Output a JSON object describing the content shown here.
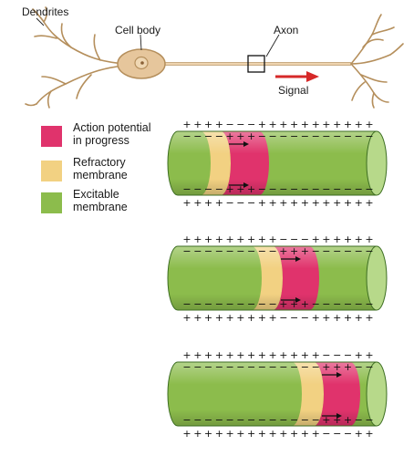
{
  "labels": {
    "dendrites": "Dendrites",
    "cell_body": "Cell body",
    "axon": "Axon",
    "signal": "Signal"
  },
  "legend": [
    {
      "line1": "Action potential",
      "line2": "in progress",
      "color": "#e0336c"
    },
    {
      "line1": "Refractory",
      "line2": "membrane",
      "color": "#f2d182"
    },
    {
      "line1": "Excitable",
      "line2": "membrane",
      "color": "#8cbc4c"
    }
  ],
  "segments": [
    {
      "top_charges": "++++−−−+++++++++++",
      "inner_top": "−−−−+++−−−−−−−−−−−",
      "inner_bottom": "−−−−+++−−−−−−−−−−−",
      "bottom_charges": "++++−−−+++++++++++"
    },
    {
      "top_charges": "+++++++++−−−++++++",
      "inner_top": "−−−−−−−−−+++−−−−−−",
      "inner_bottom": "−−−−−−−−−+++−−−−−−",
      "bottom_charges": "+++++++++−−−++++++"
    },
    {
      "top_charges": "+++++++++++++−−−++",
      "inner_top": "−−−−−−−−−−−−−+++−−",
      "inner_bottom": "−−−−−−−−−−−−−+++−−",
      "bottom_charges": "+++++++++++++−−−++"
    }
  ],
  "colors": {
    "excitable": "#8cbc4c",
    "refractory": "#f2d182",
    "action_potential": "#e0336c",
    "signal_arrow": "#d62828",
    "neuron": "#e5c7a0"
  }
}
